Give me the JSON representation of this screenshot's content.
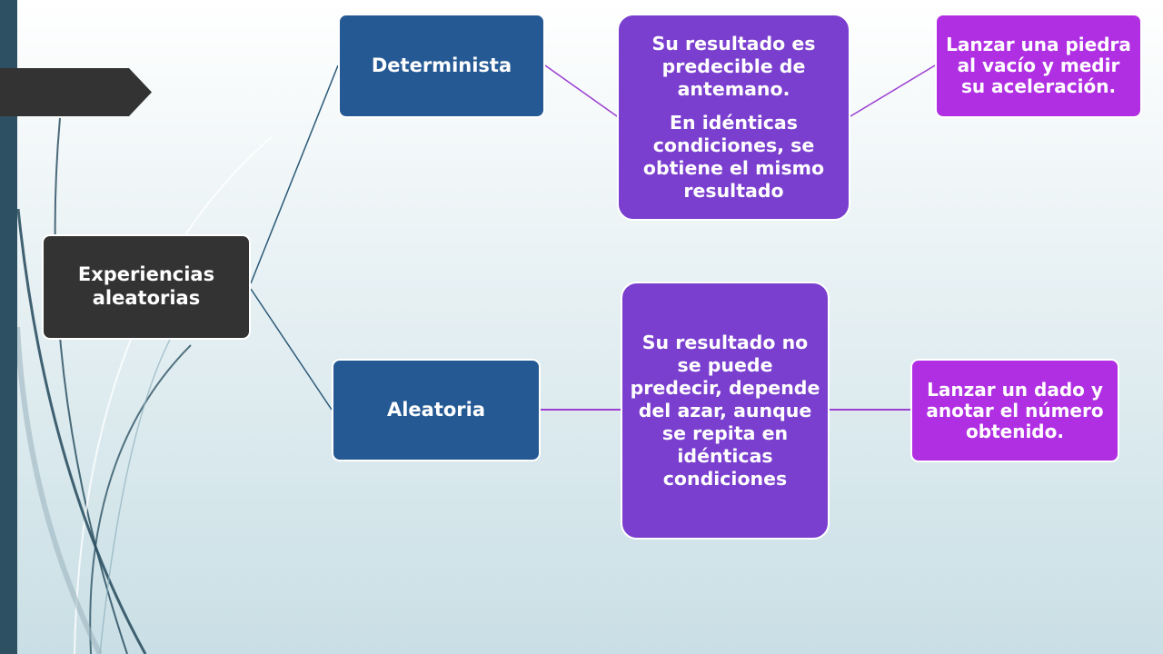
{
  "diagram": {
    "root": {
      "label": "Experiencias aleatorias"
    },
    "branches": [
      {
        "label": "Determinista",
        "description": [
          "Su resultado es predecible de antemano.",
          "En idénticas condiciones, se obtiene el mismo resultado"
        ],
        "example": "Lanzar una piedra al vacío y medir su aceleración."
      },
      {
        "label": "Aleatoria",
        "description": [
          "Su resultado no se puede predecir, depende del azar, aunque se repita en idénticas condiciones"
        ],
        "example": "Lanzar un dado y anotar el número obtenido."
      }
    ]
  },
  "colors": {
    "root": "#333333",
    "branch": "#255993",
    "description": "#7a3fce",
    "example": "#b02fe2",
    "connector_root": "#2b5a78",
    "connector_branch": "#9b3fd0",
    "side_bar": "#2d5163"
  }
}
